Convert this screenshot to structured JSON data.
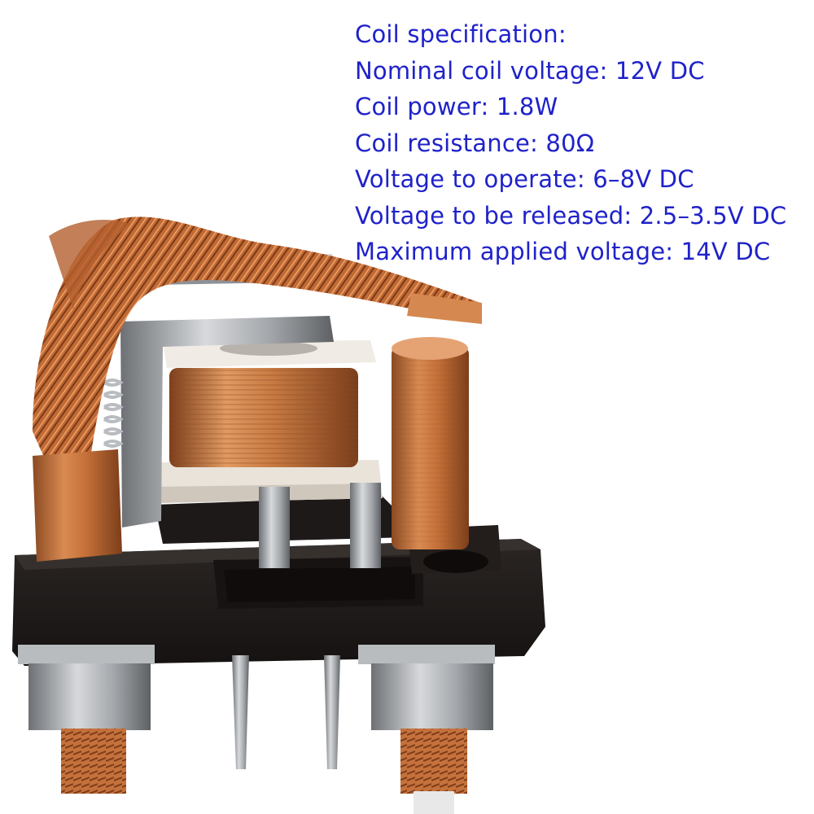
{
  "spec": {
    "heading": "Coil specification:",
    "lines": [
      "Nominal coil voltage: 12V DC",
      "Coil power: 1.8W",
      "Coil resistance: 80Ω",
      "Voltage to operate: 6–8V DC",
      "Voltage to be released: 2.5–3.5V DC",
      "Maximum applied voltage: 14V DC"
    ]
  },
  "colors": {
    "text": "#1f22c9",
    "copper": "#c8743f",
    "base": "#1e1b1a",
    "steel": "#a9acb0"
  },
  "image": {
    "subject": "automotive-relay-photo"
  }
}
